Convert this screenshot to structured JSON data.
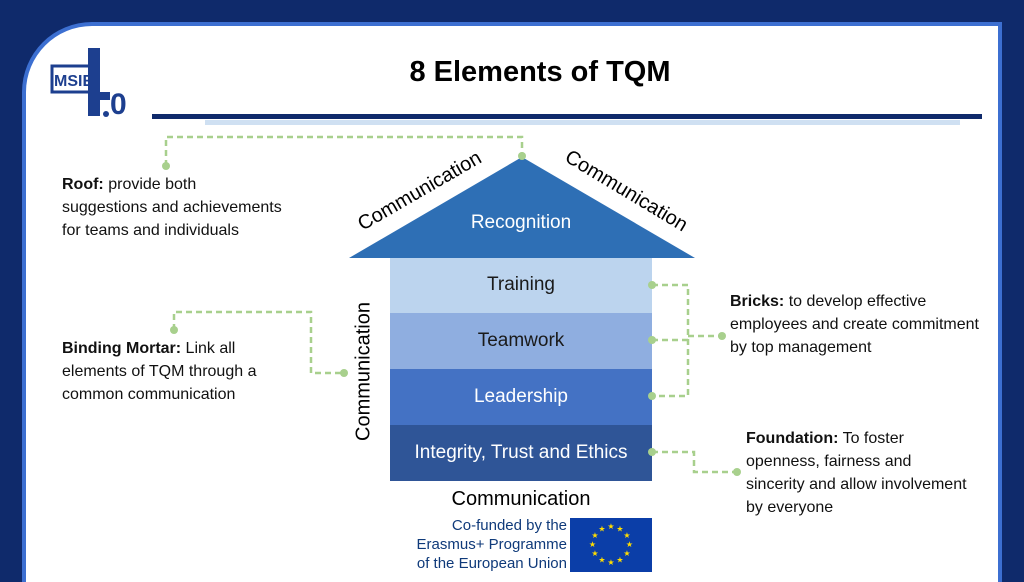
{
  "title": "8 Elements of TQM",
  "logo": {
    "letters": "MSIE",
    "digits": "4.0"
  },
  "roof_label": "Recognition",
  "layers": [
    "Training",
    "Teamwork",
    "Leadership",
    "Integrity, Trust and Ethics"
  ],
  "communication": {
    "left_roof": "Communication",
    "right_roof": "Communication",
    "side": "Communication",
    "bottom": "Communication"
  },
  "notes": {
    "roof": {
      "label": "Roof:",
      "text": " provide both suggestions and achievements for teams and individuals"
    },
    "mortar": {
      "label": "Binding Mortar:",
      "text": " Link all elements of TQM through a common communication"
    },
    "bricks": {
      "label": "Bricks:",
      "text": " to develop effective employees and create commitment by top management"
    },
    "foundation": {
      "label": "Foundation:",
      "text": " To foster openness, fairness and sincerity and allow involvement by everyone"
    }
  },
  "eu": {
    "line1": "Co-funded by the",
    "line2": "Erasmus+ Programme",
    "line3": "of the European Union"
  },
  "colors": {
    "background": "#0f2a6b",
    "roof": "#2e6fb5",
    "training": "#bcd4ee",
    "teamwork": "#8faee0",
    "leadership": "#4472c4",
    "integrity": "#2f5597",
    "connector": "#a8d08d"
  }
}
